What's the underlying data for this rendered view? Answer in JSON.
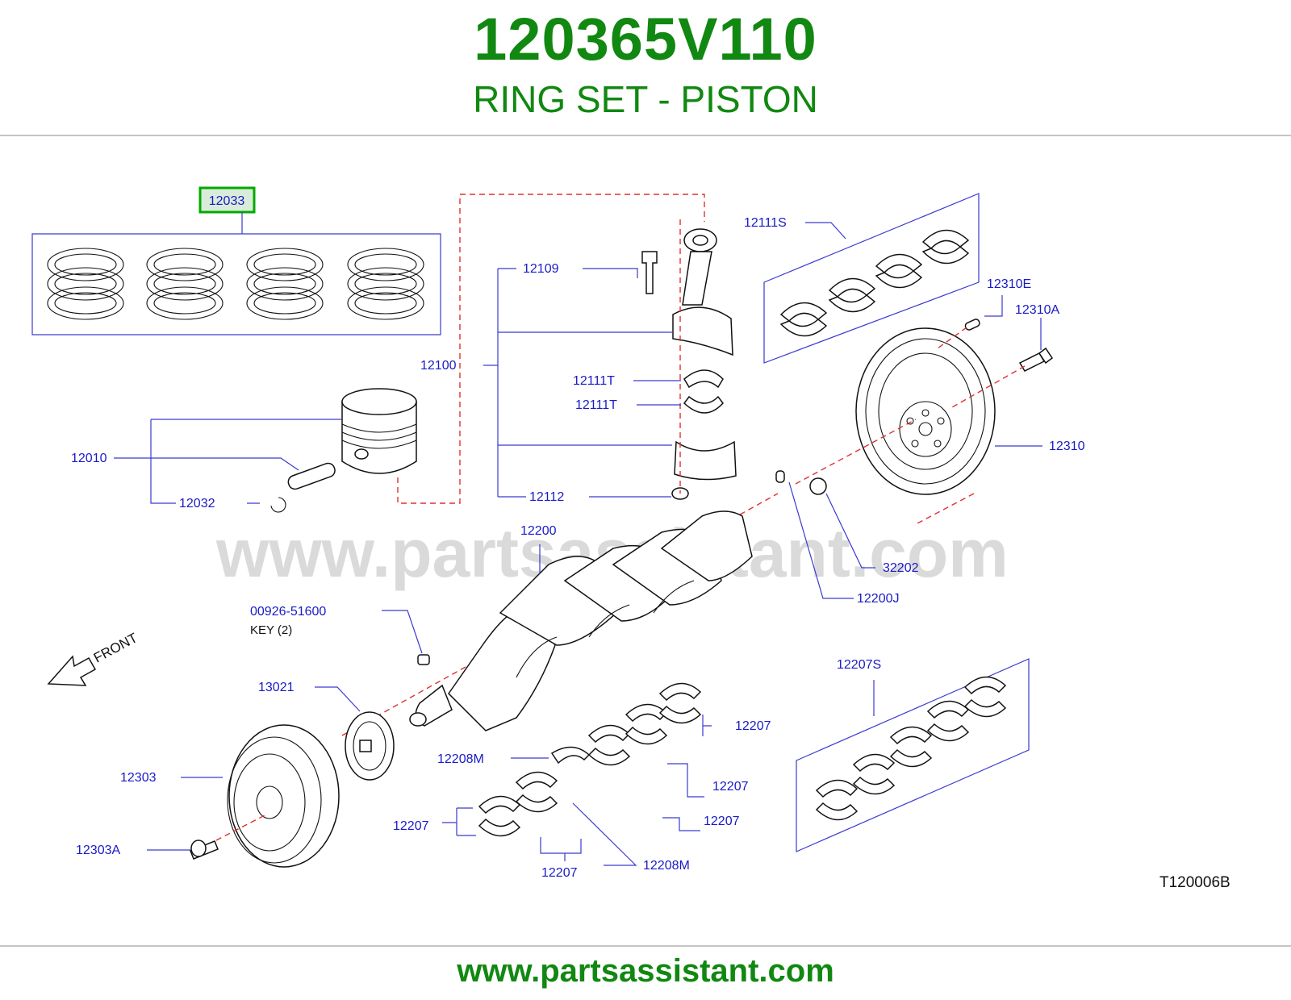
{
  "header": {
    "part_number": "120365V110",
    "part_name": "RING SET - PISTON"
  },
  "diagram": {
    "code": "T120006B",
    "watermark": "www.partsassistant.com",
    "front_label": "FRONT",
    "key_label": "KEY  (2)",
    "highlighted_part": "12033",
    "callouts": {
      "c12033": "12033",
      "c12010": "12010",
      "c12032": "12032",
      "c12100": "12100",
      "c12109": "12109",
      "c12111T_a": "12111T",
      "c12111T_b": "12111T",
      "c12112": "12112",
      "c12111S": "12111S",
      "c12310E": "12310E",
      "c12310A": "12310A",
      "c12310": "12310",
      "c12200": "12200",
      "c32202": "32202",
      "c12200J": "12200J",
      "c00926": "00926-51600",
      "c13021": "13021",
      "c12303": "12303",
      "c12303A": "12303A",
      "c12207S": "12207S",
      "c12207_a": "12207",
      "c12207_b": "12207",
      "c12207_c": "12207",
      "c12207_d": "12207",
      "c12207_e": "12207",
      "c12208M_a": "12208M",
      "c12208M_b": "12208M"
    }
  },
  "colors": {
    "header_green": "#118811",
    "callout_blue": "#1a1ac8",
    "highlight_green": "#00aa00",
    "highlight_fill": "#d9ecd9",
    "centerline_red": "#e03030"
  },
  "footer": {
    "url": "www.partsassistant.com"
  }
}
